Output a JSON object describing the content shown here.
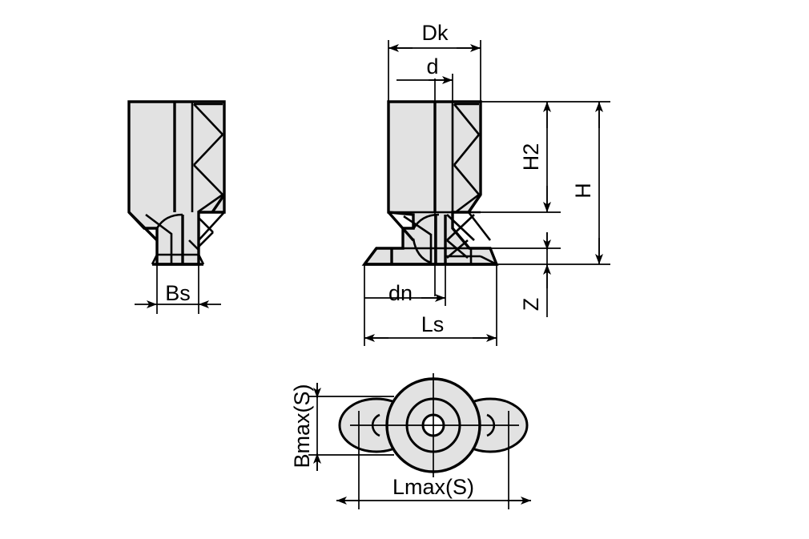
{
  "drawing": {
    "title": "Suction cup technical drawing - three views",
    "background_color": "#ffffff",
    "line_color": "#000000",
    "fill_color": "#e2e2e2",
    "views": [
      {
        "name": "side-view-left",
        "label": "left side elevation"
      },
      {
        "name": "front-view-center",
        "label": "front sectional elevation"
      },
      {
        "name": "bottom-view",
        "label": "bottom plan view"
      }
    ],
    "labels": {
      "dk": "Dk",
      "d": "d",
      "h2": "H2",
      "h": "H",
      "z": "Z",
      "dn": "dn",
      "ls": "Ls",
      "bs": "Bs",
      "bmax": "Bmax(S)",
      "lmax": "Lmax(S)"
    }
  }
}
